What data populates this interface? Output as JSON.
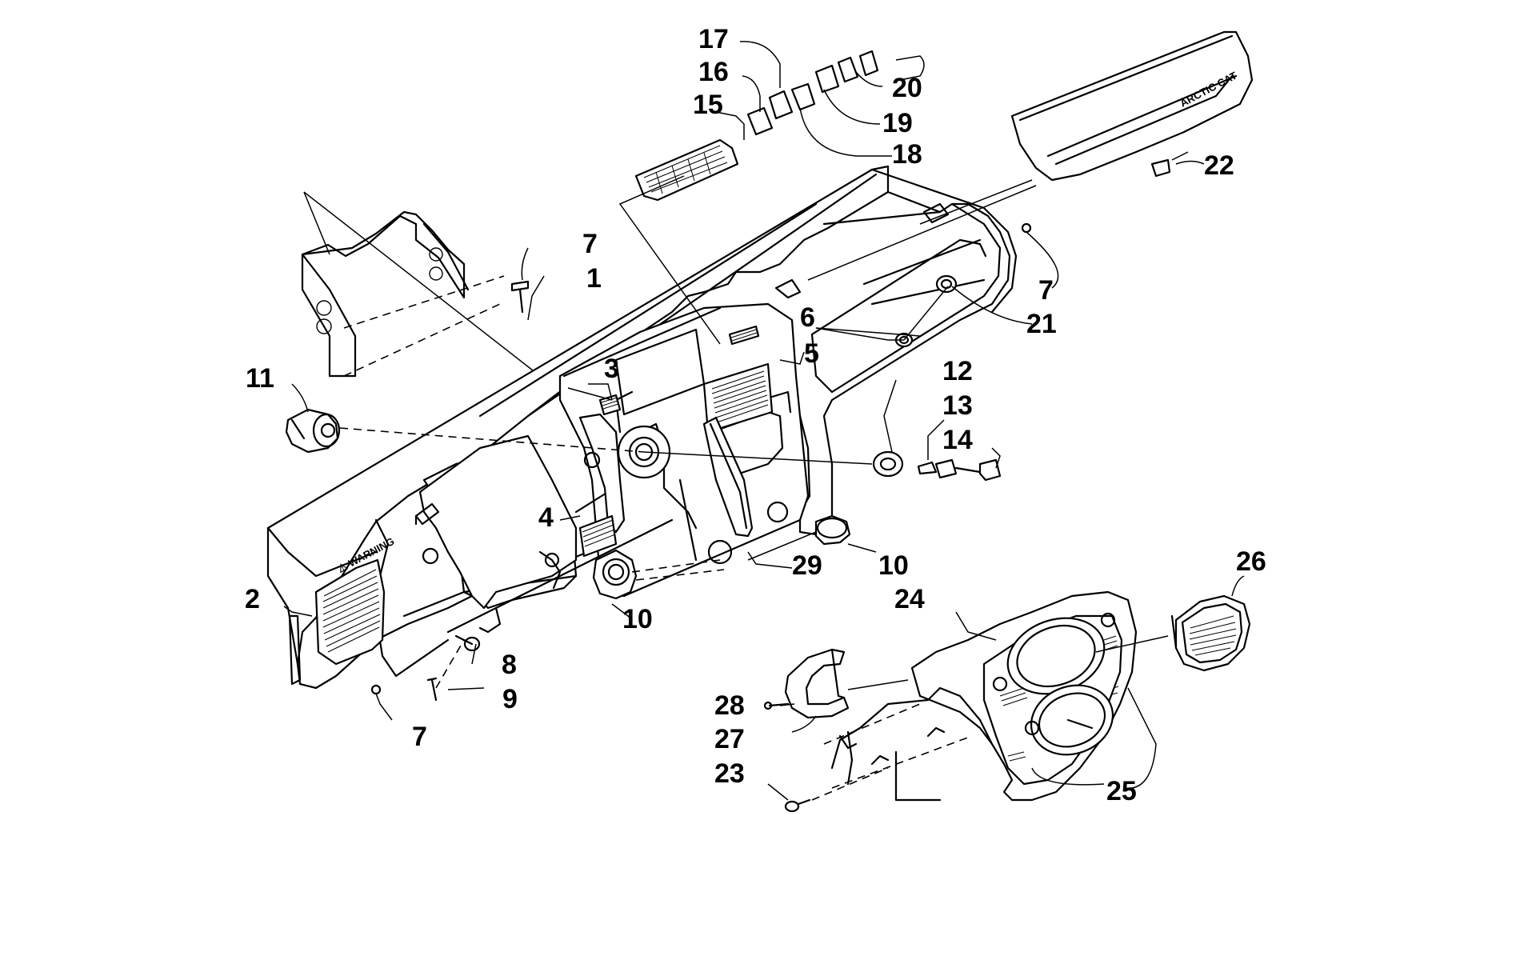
{
  "callouts": [
    {
      "id": "c1",
      "text": "1"
    },
    {
      "id": "c2",
      "text": "2"
    },
    {
      "id": "c3",
      "text": "3"
    },
    {
      "id": "c4",
      "text": "4"
    },
    {
      "id": "c5",
      "text": "5"
    },
    {
      "id": "c6",
      "text": "6"
    },
    {
      "id": "c7a",
      "text": "7"
    },
    {
      "id": "c7b",
      "text": "7"
    },
    {
      "id": "c7c",
      "text": "7"
    },
    {
      "id": "c8",
      "text": "8"
    },
    {
      "id": "c9",
      "text": "9"
    },
    {
      "id": "c10a",
      "text": "10"
    },
    {
      "id": "c10b",
      "text": "10"
    },
    {
      "id": "c11",
      "text": "11"
    },
    {
      "id": "c12",
      "text": "12"
    },
    {
      "id": "c13",
      "text": "13"
    },
    {
      "id": "c14",
      "text": "14"
    },
    {
      "id": "c15",
      "text": "15"
    },
    {
      "id": "c16",
      "text": "16"
    },
    {
      "id": "c17",
      "text": "17"
    },
    {
      "id": "c18",
      "text": "18"
    },
    {
      "id": "c19",
      "text": "19"
    },
    {
      "id": "c20",
      "text": "20"
    },
    {
      "id": "c21",
      "text": "21"
    },
    {
      "id": "c22",
      "text": "22"
    },
    {
      "id": "c23",
      "text": "23"
    },
    {
      "id": "c24",
      "text": "24"
    },
    {
      "id": "c25",
      "text": "25"
    },
    {
      "id": "c26",
      "text": "26"
    },
    {
      "id": "c27",
      "text": "27"
    },
    {
      "id": "c28",
      "text": "28"
    },
    {
      "id": "c29",
      "text": "29"
    }
  ],
  "panel_badge": "ARCTIC CAT"
}
